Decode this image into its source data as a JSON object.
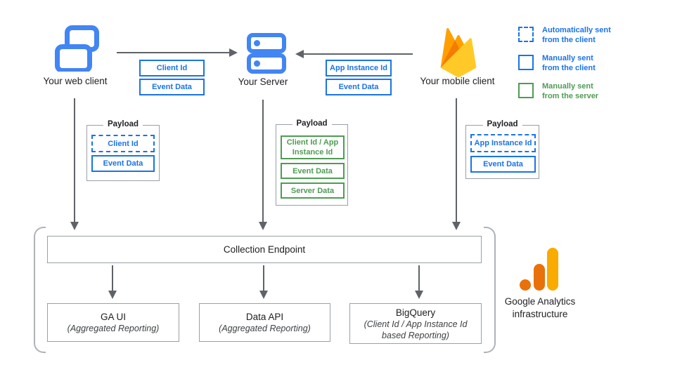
{
  "colors": {
    "blue": "#1A73E8",
    "icon_blue": "#4285F4",
    "green": "#4E9C52",
    "arrow_gray": "#5F6368",
    "box_border_gray": "#9AA0A6",
    "firebase_yellow": "#FFCA28",
    "firebase_orange": "#FFA000",
    "firebase_dark_orange": "#F57C00",
    "ga_logo_orange": "#E8710A",
    "ga_logo_amber": "#F9AB00"
  },
  "nodes": {
    "web_client": {
      "label": "Your web client",
      "icon": "browser-windows-icon"
    },
    "server": {
      "label": "Your Server",
      "icon": "server-stack-icon"
    },
    "mobile_client": {
      "label": "Your mobile client",
      "icon": "firebase-icon"
    }
  },
  "flow_tags": {
    "web_to_server": [
      "Client Id",
      "Event Data"
    ],
    "mobile_to_server": [
      "App Instance Id",
      "Event Data"
    ]
  },
  "legend": [
    {
      "style": "dashed-blue",
      "line1": "Automatically sent",
      "line2": "from the client"
    },
    {
      "style": "solid-blue",
      "line1": "Manually sent",
      "line2": "from the client"
    },
    {
      "style": "solid-green",
      "line1": "Manually sent",
      "line2": "from the server"
    }
  ],
  "payloads": [
    {
      "title": "Payload",
      "items": [
        {
          "label": "Client Id",
          "style": "dashed-blue"
        },
        {
          "label": "Event Data",
          "style": "solid-blue"
        }
      ]
    },
    {
      "title": "Payload",
      "items": [
        {
          "label": "Client Id / App Instance Id",
          "style": "solid-green"
        },
        {
          "label": "Event Data",
          "style": "solid-green"
        },
        {
          "label": "Server Data",
          "style": "solid-green"
        }
      ]
    },
    {
      "title": "Payload",
      "items": [
        {
          "label": "App Instance Id",
          "style": "dashed-blue"
        },
        {
          "label": "Event Data",
          "style": "solid-blue"
        }
      ]
    }
  ],
  "infrastructure": {
    "endpoint_label": "Collection Endpoint",
    "outputs": [
      {
        "title": "GA UI",
        "subtitle": "(Aggregated Reporting)"
      },
      {
        "title": "Data API",
        "subtitle": "(Aggregated Reporting)"
      },
      {
        "title": "BigQuery",
        "subtitle": "(Client Id / App Instance Id based Reporting)"
      }
    ],
    "caption_line1": "Google Analytics",
    "caption_line2": "infrastructure"
  }
}
